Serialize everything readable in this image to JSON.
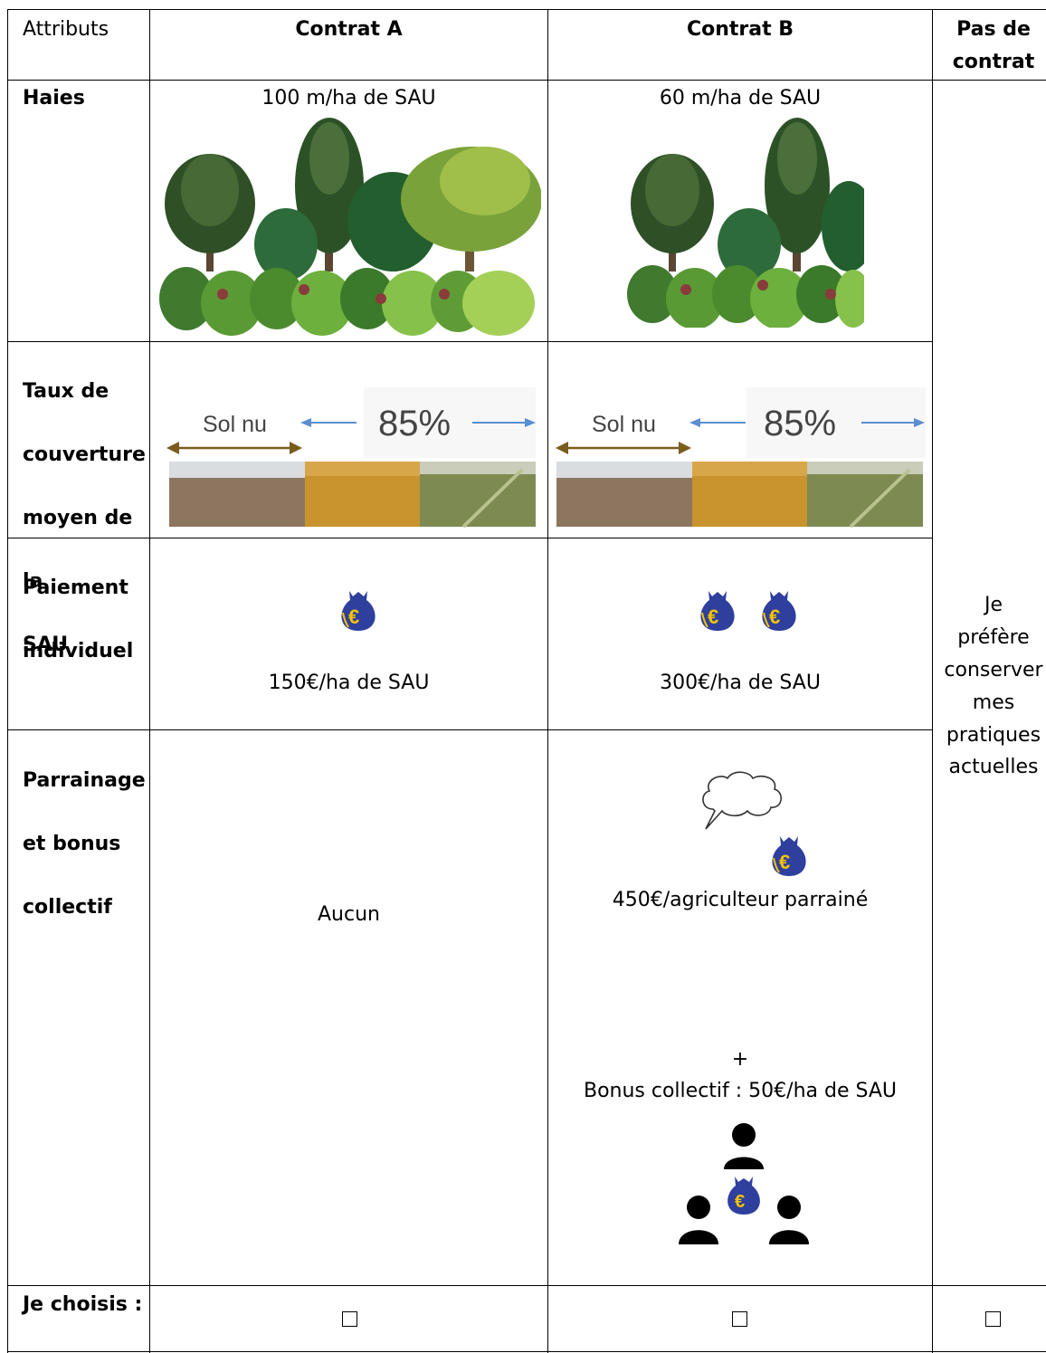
{
  "header": {
    "attributes": "Attributs",
    "contract_a": "Contrat A",
    "contract_b": "Contrat B",
    "no_contract_line1": "Pas de",
    "no_contract_line2": "contrat"
  },
  "rows": {
    "hedges": {
      "label": "Haies",
      "a_value": "100 m/ha de SAU",
      "b_value": "60 m/ha de SAU"
    },
    "coverage": {
      "label_lines": [
        "Taux de",
        "couverture",
        "moyen de",
        "la",
        "SAU"
      ],
      "a_bare_soil": "Sol nu",
      "a_percent": "85%",
      "b_bare_soil": "Sol nu",
      "b_percent": "85%"
    },
    "payment": {
      "label_lines": [
        "Paiement",
        "individuel"
      ],
      "a_value": "150€/ha de SAU",
      "b_value": "300€/ha de SAU"
    },
    "sponsorship": {
      "label_lines": [
        "Parrainage",
        "et bonus",
        "collectif"
      ],
      "a_value": "Aucun",
      "b_sponsor_value": "450€/agriculteur parrainé",
      "b_plus": "+",
      "b_collective_bonus": "Bonus collectif : 50€/ha de SAU"
    },
    "choice": {
      "label": "Je choisis :"
    }
  },
  "no_contract_text": [
    "Je",
    "préfère",
    "conserver",
    "mes",
    "pratiques",
    "actuelles"
  ],
  "colors": {
    "bag_blue": "#2e3f9e",
    "bag_gold": "#f5c400",
    "arrow_brown": "#7a5c1e",
    "arrow_blue": "#5b8fd0"
  }
}
